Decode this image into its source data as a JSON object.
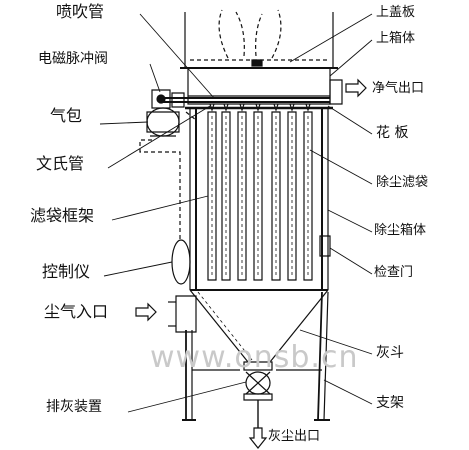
{
  "labels": {
    "blow_pipe": "喷吹管",
    "pulse_valve": "电磁脉冲阀",
    "air_bag": "气包",
    "venturi": "文氏管",
    "bag_cage": "滤袋框架",
    "controller": "控制仪",
    "dust_inlet": "尘气入口",
    "discharge": "排灰装置",
    "top_cover": "上盖板",
    "upper_box": "上箱体",
    "clean_outlet": "净气出口",
    "tube_sheet": "花 板",
    "filter_bag": "除尘滤袋",
    "dust_box": "除尘箱体",
    "inspection_door": "检查门",
    "hopper": "灰斗",
    "support": "支架",
    "dust_outlet": "灰尘出口"
  },
  "watermark": "www.onsb.cn",
  "colors": {
    "line": "#111111",
    "watermark": "#c9c9c9"
  }
}
